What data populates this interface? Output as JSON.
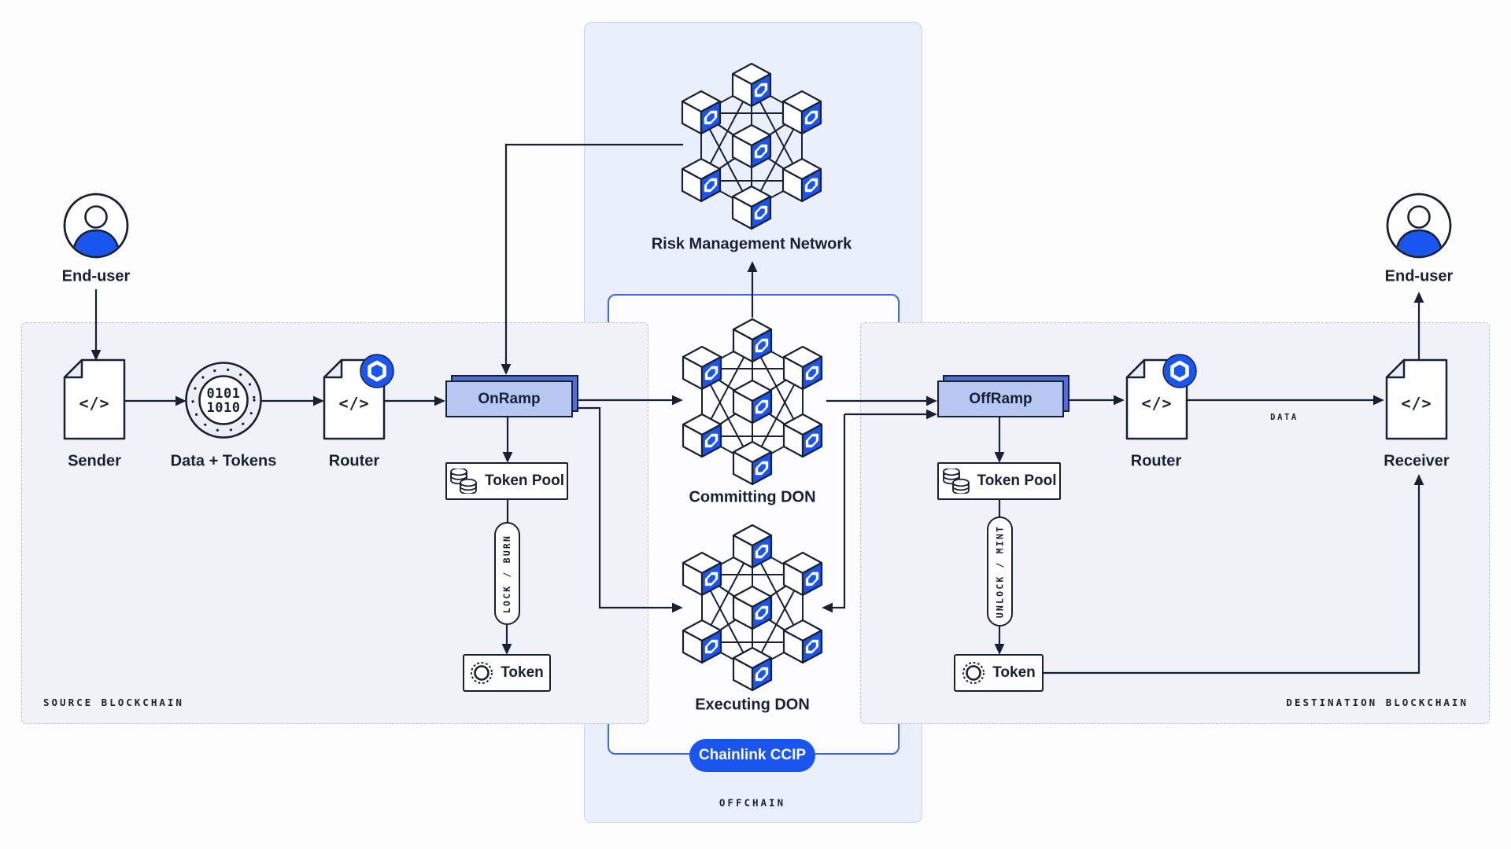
{
  "colors": {
    "navy": "#172035",
    "chainlink_blue": "#1b55f0",
    "ramp_front": "#b8c7f2",
    "ramp_back": "#4f6ddf",
    "panel_bg": "#f0f2f7",
    "panel_dashed_border": "#b7c2de",
    "offchain_bg": "#e9f0fc",
    "offchain_border": "#c7d6f2",
    "inner_box_border": "#3a67ef"
  },
  "icons": {
    "code_glyph": "</>"
  },
  "source_chain": {
    "panel_label": "SOURCE BLOCKCHAIN",
    "end_user_label": "End-user",
    "sender_label": "Sender",
    "data_tokens_label": "Data + Tokens",
    "binary_line1": "0101",
    "binary_line2": "1010",
    "router_label": "Router",
    "onramp_label": "OnRamp",
    "token_pool_label": "Token Pool",
    "lock_burn_label": "LOCK / BURN",
    "token_label": "Token"
  },
  "offchain": {
    "panel_label": "OFFCHAIN",
    "rmn_label": "Risk Management Network",
    "committing_label": "Committing DON",
    "executing_label": "Executing DON",
    "ccip_label": "Chainlink CCIP"
  },
  "destination_chain": {
    "panel_label": "DESTINATION BLOCKCHAIN",
    "offramp_label": "OffRamp",
    "token_pool_label": "Token Pool",
    "unlock_mint_label": "UNLOCK / MINT",
    "token_label": "Token",
    "router_label": "Router",
    "data_edge_label": "DATA",
    "receiver_label": "Receiver",
    "end_user_label": "End-user"
  }
}
